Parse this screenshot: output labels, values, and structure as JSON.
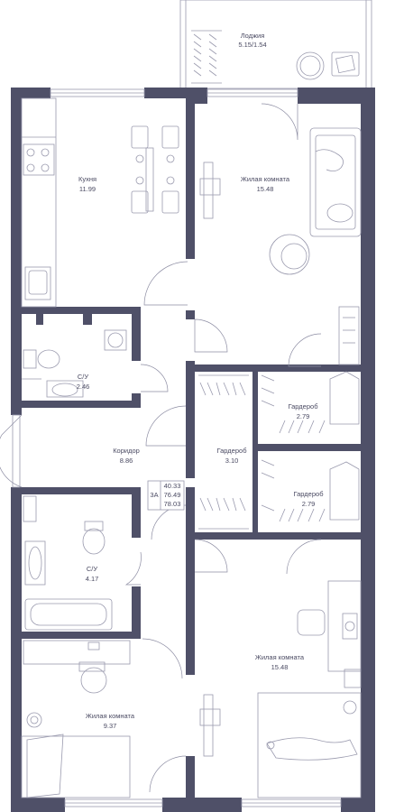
{
  "rooms": {
    "loggia": {
      "name": "Лоджия",
      "area": "5.15/1.54"
    },
    "kitchen": {
      "name": "Кухня",
      "area": "11.99"
    },
    "living_top": {
      "name": "Жилая комната",
      "area": "15.48"
    },
    "bath_top": {
      "name": "С/У",
      "area": "2.46"
    },
    "wardrobe_right_1": {
      "name": "Гардероб",
      "area": "2.79"
    },
    "corridor": {
      "name": "Коридор",
      "area": "8.86"
    },
    "wardrobe_center": {
      "name": "Гардероб",
      "area": "3.10"
    },
    "wardrobe_right_2": {
      "name": "Гардероб",
      "area": "2.79"
    },
    "bath_bottom": {
      "name": "С/У",
      "area": "4.17"
    },
    "living_bottom": {
      "name": "Жилая комната",
      "area": "15.48"
    },
    "living_small": {
      "name": "Жилая комната",
      "area": "9.37"
    }
  },
  "summary": {
    "type": "3А",
    "areas": [
      "40.33",
      "76.49",
      "78.03"
    ]
  },
  "colors": {
    "wall": "#4f5068",
    "line": "#9a9aae",
    "label": "#4a4a62"
  }
}
